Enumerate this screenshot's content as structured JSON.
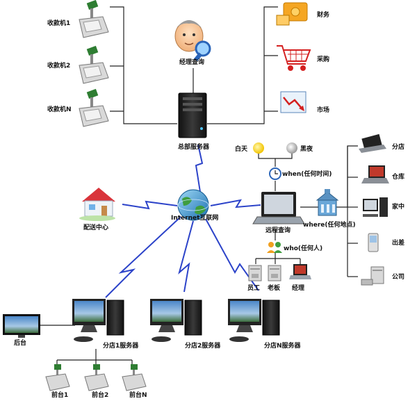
{
  "registers": [
    "收款机1",
    "收款机2",
    "收款机N"
  ],
  "manager_query": "经理查询",
  "hq_server": "总部服务器",
  "top_right": [
    "财务",
    "采购",
    "市场"
  ],
  "internet": "Internet互联网",
  "delivery_center": "配送中心",
  "day": "白天",
  "night": "黑夜",
  "when": "when(任何时间)",
  "where": "where(任何地点)",
  "who": "who(任何人)",
  "remote_query": "远程查询",
  "people": [
    "员工",
    "老板",
    "经理"
  ],
  "locations": [
    "分店",
    "仓库",
    "家中",
    "出差",
    "公司"
  ],
  "branch_servers": [
    "分店1服务器",
    "分店2服务器",
    "分店N服务器"
  ],
  "backend": "后台",
  "front_desks": [
    "前台1",
    "前台2",
    "前台N"
  ]
}
